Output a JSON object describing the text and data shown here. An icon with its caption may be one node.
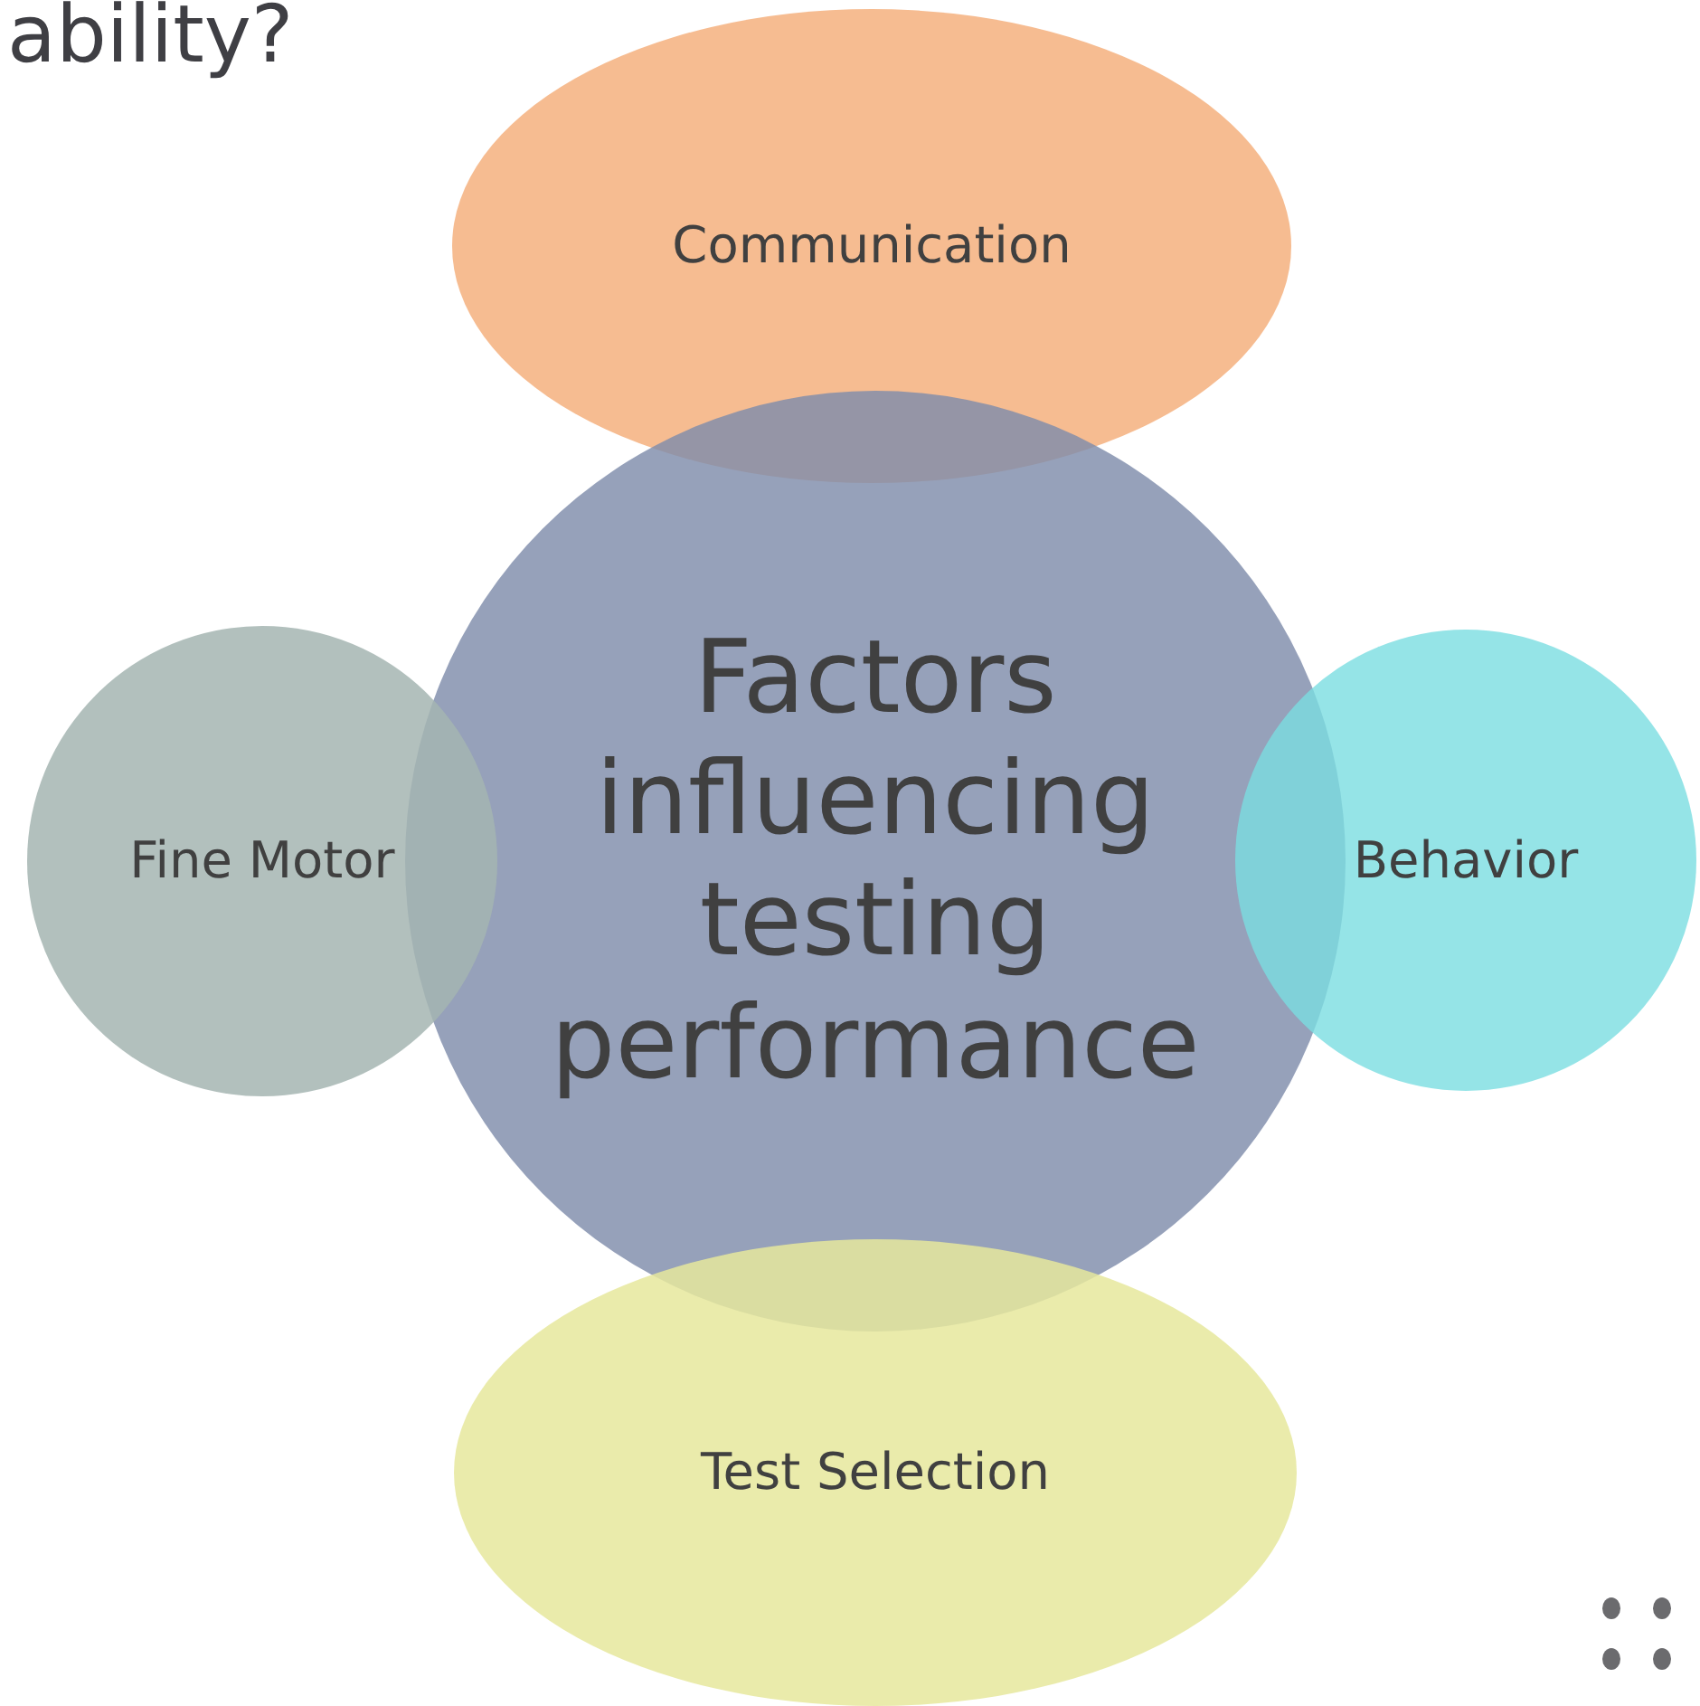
{
  "diagram": {
    "nodes": [
      {
        "text": [
          "Communication"
        ]
      },
      {
        "text": [
          "Factors influencing testing performance"
        ]
      },
      {
        "text": [
          "Fine Motor"
        ]
      },
      {
        "text": [
          "Behavior"
        ]
      },
      {
        "text": [
          "Test Selection"
        ]
      }
    ],
    "labels": [
      "ability?"
    ]
  }
}
